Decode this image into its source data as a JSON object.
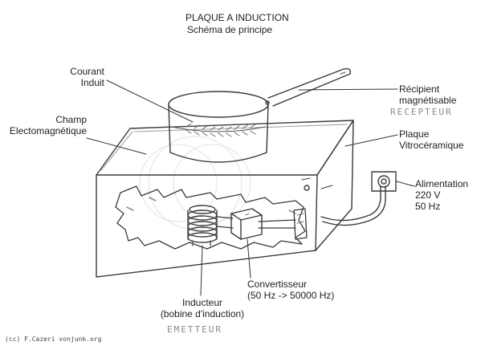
{
  "header": {
    "title": "PLAQUE A INDUCTION",
    "subtitle": "Schéma de principe"
  },
  "labels": {
    "courant": [
      "Courant",
      "Induit"
    ],
    "champ": [
      "Champ",
      "Electomagnétique"
    ],
    "recipient": [
      "Récipient",
      "magnétisable"
    ],
    "recepteur": "RECEPTEUR",
    "plaque": [
      "Plaque",
      "Vitrocéramique"
    ],
    "alimentation": [
      "Alimentation",
      "220 V",
      "50 Hz"
    ],
    "convertisseur": [
      "Convertisseur",
      "(50 Hz -> 50000 Hz)"
    ],
    "inducteur": [
      "Inducteur",
      "(bobine d'induction)"
    ],
    "emetteur": "EMETTEUR",
    "credit": "(cc) F.Cazeri vonjunk.org"
  },
  "colors": {
    "pencil": "#3a3a3a",
    "light_pencil": "#9a9a9a",
    "text": "#1e1e1e"
  }
}
